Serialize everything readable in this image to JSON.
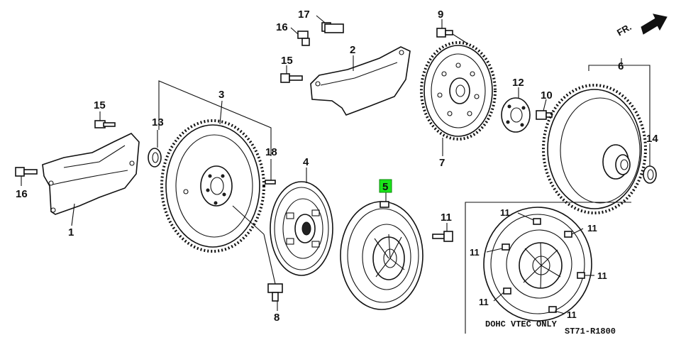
{
  "callouts": {
    "c1": "1",
    "c2": "2",
    "c3": "3",
    "c4": "4",
    "c5": "5",
    "c6": "6",
    "c7": "7",
    "c8": "8",
    "c9": "9",
    "c10": "10",
    "c12": "12",
    "c13": "13",
    "c14": "14",
    "c15a": "15",
    "c15b": "15",
    "c16a": "16",
    "c16b": "16",
    "c17": "17",
    "c18": "18",
    "c11_main": "11",
    "c11_inset": "11"
  },
  "highlight_color": "#19e619",
  "fr_label": "FR.",
  "inset_caption": "DOHC VTEC ONLY",
  "diagram_code": "ST71-R1800",
  "icons": {
    "front_arrow": "arrow-icon"
  }
}
